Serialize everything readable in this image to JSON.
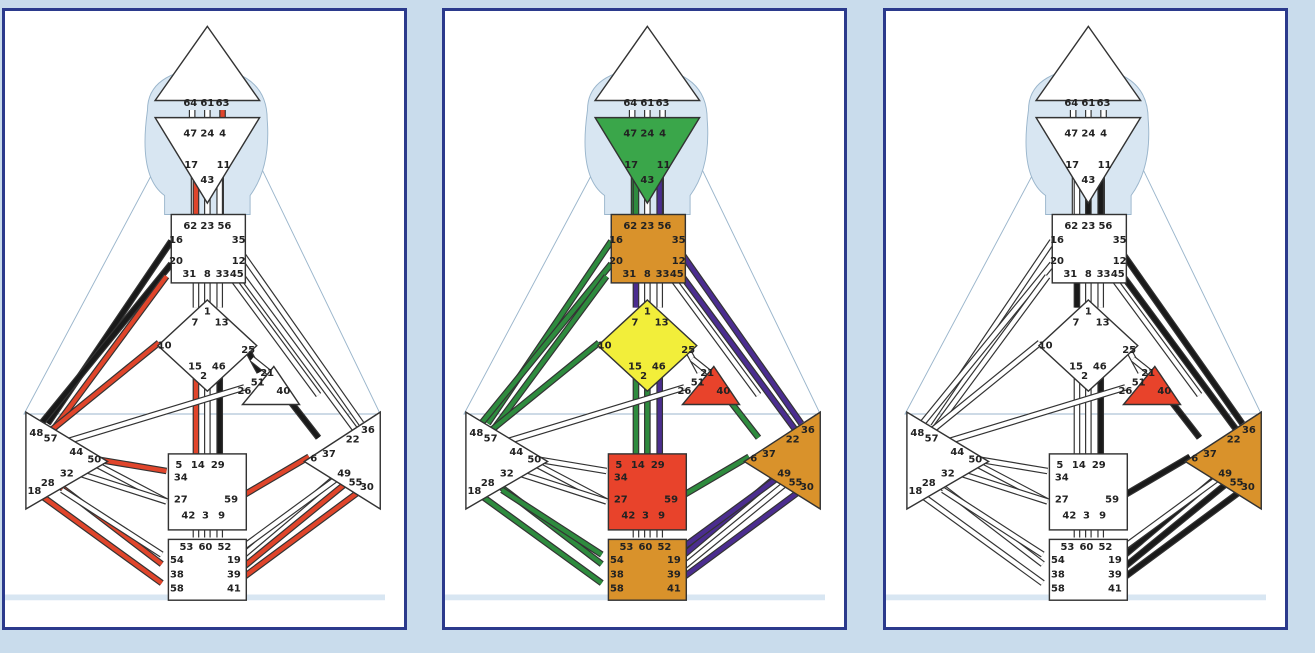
{
  "colors": {
    "frame": "#2b3a8c",
    "background": "#c9dcec",
    "silhouette": "#d8e6f2",
    "head_center": "#ffffff",
    "ajna_green": "#3aa64a",
    "throat_orange": "#d9922b",
    "g_yellow": "#f2ee3a",
    "ego_red": "#e8432b",
    "sacral_red": "#e8432b",
    "root_orange": "#d9922b",
    "spleen_white": "#ffffff",
    "sp_orange": "#d9922b",
    "channel_red": "#e0452b",
    "channel_black": "#1a1a1a",
    "channel_green": "#2e8b3e",
    "channel_purple": "#4b2d8f"
  },
  "gates": {
    "head": [
      "64",
      "61",
      "63"
    ],
    "ajna": [
      "47",
      "24",
      "4",
      "17",
      "11",
      "43"
    ],
    "throat": [
      "62",
      "23",
      "56",
      "16",
      "35",
      "20",
      "12",
      "31",
      "8",
      "33",
      "45"
    ],
    "g": [
      "1",
      "7",
      "13",
      "10",
      "15",
      "2",
      "46",
      "25"
    ],
    "ego": [
      "21",
      "51",
      "26",
      "40"
    ],
    "spleen": [
      "48",
      "57",
      "44",
      "50",
      "32",
      "28",
      "18"
    ],
    "sp": [
      "36",
      "22",
      "37",
      "6",
      "49",
      "55",
      "30"
    ],
    "sacral": [
      "5",
      "14",
      "29",
      "34",
      "27",
      "59",
      "42",
      "3",
      "9"
    ],
    "root": [
      "53",
      "60",
      "52",
      "54",
      "19",
      "38",
      "39",
      "58",
      "41"
    ]
  },
  "panels": [
    {
      "head_fill": "#ffffff",
      "ajna_fill": "#ffffff",
      "throat_fill": "#ffffff",
      "g_fill": "#ffffff",
      "ego_fill": "#ffffff",
      "spleen_fill": "#ffffff",
      "sp_fill": "#ffffff",
      "sacral_fill": "#ffffff",
      "root_fill": "#ffffff"
    },
    {
      "head_fill": "#ffffff",
      "ajna_fill": "#3aa64a",
      "throat_fill": "#d9922b",
      "g_fill": "#f2ee3a",
      "ego_fill": "#e8432b",
      "spleen_fill": "#ffffff",
      "sp_fill": "#d9922b",
      "sacral_fill": "#e8432b",
      "root_fill": "#d9922b"
    },
    {
      "head_fill": "#ffffff",
      "ajna_fill": "#ffffff",
      "throat_fill": "#ffffff",
      "g_fill": "#ffffff",
      "ego_fill": "#e8432b",
      "spleen_fill": "#ffffff",
      "sp_fill": "#d9922b",
      "sacral_fill": "#ffffff",
      "root_fill": "#ffffff"
    }
  ]
}
